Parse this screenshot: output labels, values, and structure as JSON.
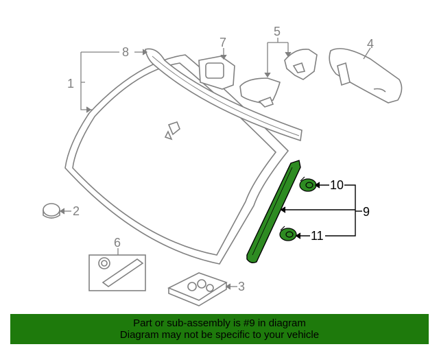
{
  "callouts": {
    "c1": "1",
    "c2": "2",
    "c3": "3",
    "c4": "4",
    "c5": "5",
    "c6": "6",
    "c7": "7",
    "c8": "8",
    "c9": "9",
    "c10": "10",
    "c11": "11"
  },
  "banner": {
    "line1": "Part or sub-assembly is #9 in diagram",
    "line2": "Diagram may not be specific to your vehicle"
  },
  "colors": {
    "highlight": "#2e8b22",
    "line_art": "#808080",
    "banner_bg": "#1e7a0c"
  }
}
